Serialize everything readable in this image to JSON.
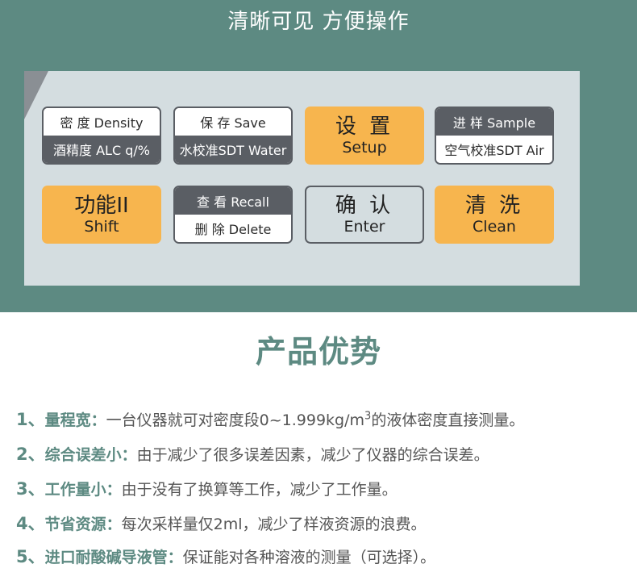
{
  "banner": {
    "title": "清晰可见 方便操作"
  },
  "keypad": {
    "density": {
      "top": "密 度 Density",
      "bottom": "酒精度 ALC q/%"
    },
    "save": {
      "top": "保 存 Save",
      "bottom": "水校准SDT Water"
    },
    "setup": {
      "cn": "设 置",
      "en": "Setup"
    },
    "sample": {
      "top": "进 样 Sample",
      "bottom": "空气校准SDT Air"
    },
    "shift": {
      "cn": "功能II",
      "en": "Shift"
    },
    "recall": {
      "top": "查 看 Recall",
      "bottom": "删 除 Delete"
    },
    "enter": {
      "cn": "确 认",
      "en": "Enter"
    },
    "clean": {
      "cn": "清 洗",
      "en": "Clean"
    }
  },
  "section": {
    "title": "产品优势"
  },
  "features": [
    {
      "num": "1、",
      "label": "量程宽：",
      "text": "一台仪器就可对密度段0~1.999kg/m",
      "sup": "3",
      "tail": "的液体密度直接测量。"
    },
    {
      "num": "2、",
      "label": "综合误差小：",
      "text": "由于减少了很多误差因素，减少了仪器的综合误差。"
    },
    {
      "num": "3、",
      "label": "工作量小：",
      "text": "由于没有了换算等工作，减少了工作量。"
    },
    {
      "num": "4、",
      "label": "节省资源：",
      "text": "每次采样量仅2ml，减少了样液资源的浪费。"
    },
    {
      "num": "5、",
      "label": "进口耐酸碱导液管：",
      "text": "保证能对各种溶液的测量（可选择）。"
    }
  ],
  "colors": {
    "teal": "#5d8a82",
    "orange": "#f7b54e",
    "dark_gray": "#5a5e64",
    "panel": "#d4dde0"
  }
}
